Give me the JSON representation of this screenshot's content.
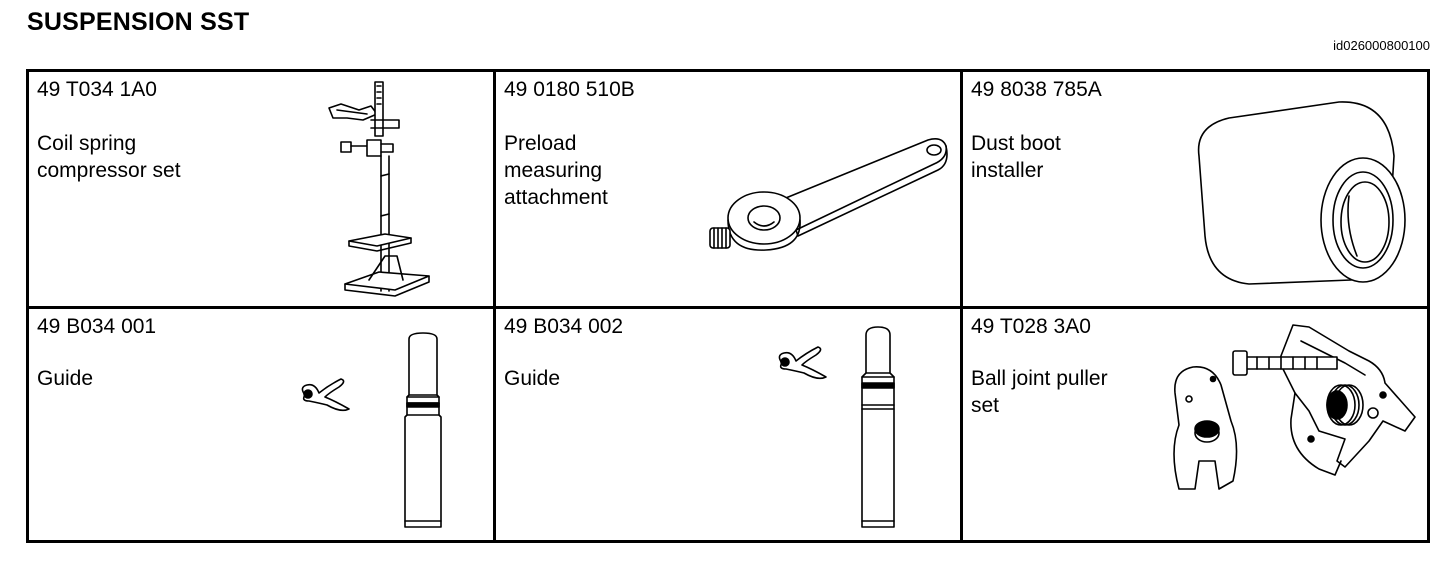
{
  "page": {
    "title": "SUSPENSION SST",
    "doc_id": "id026000800100"
  },
  "tools": [
    {
      "part_number": "49 T034 1A0",
      "description": "Coil spring\ncompressor set",
      "illustration": "coil-spring-compressor-icon"
    },
    {
      "part_number": "49 0180 510B",
      "description": "Preload\nmeasuring\nattachment",
      "illustration": "preload-wrench-icon"
    },
    {
      "part_number": "49 8038 785A",
      "description": "Dust boot\ninstaller",
      "illustration": "dust-boot-cylinder-icon"
    },
    {
      "part_number": "49 B034 001",
      "description": "Guide",
      "illustration": "guide-pin-icon"
    },
    {
      "part_number": "49 B034 002",
      "description": "Guide",
      "illustration": "guide-pin-icon"
    },
    {
      "part_number": "49 T028 3A0",
      "description": "Ball joint puller\nset",
      "illustration": "ball-joint-puller-icon"
    }
  ]
}
